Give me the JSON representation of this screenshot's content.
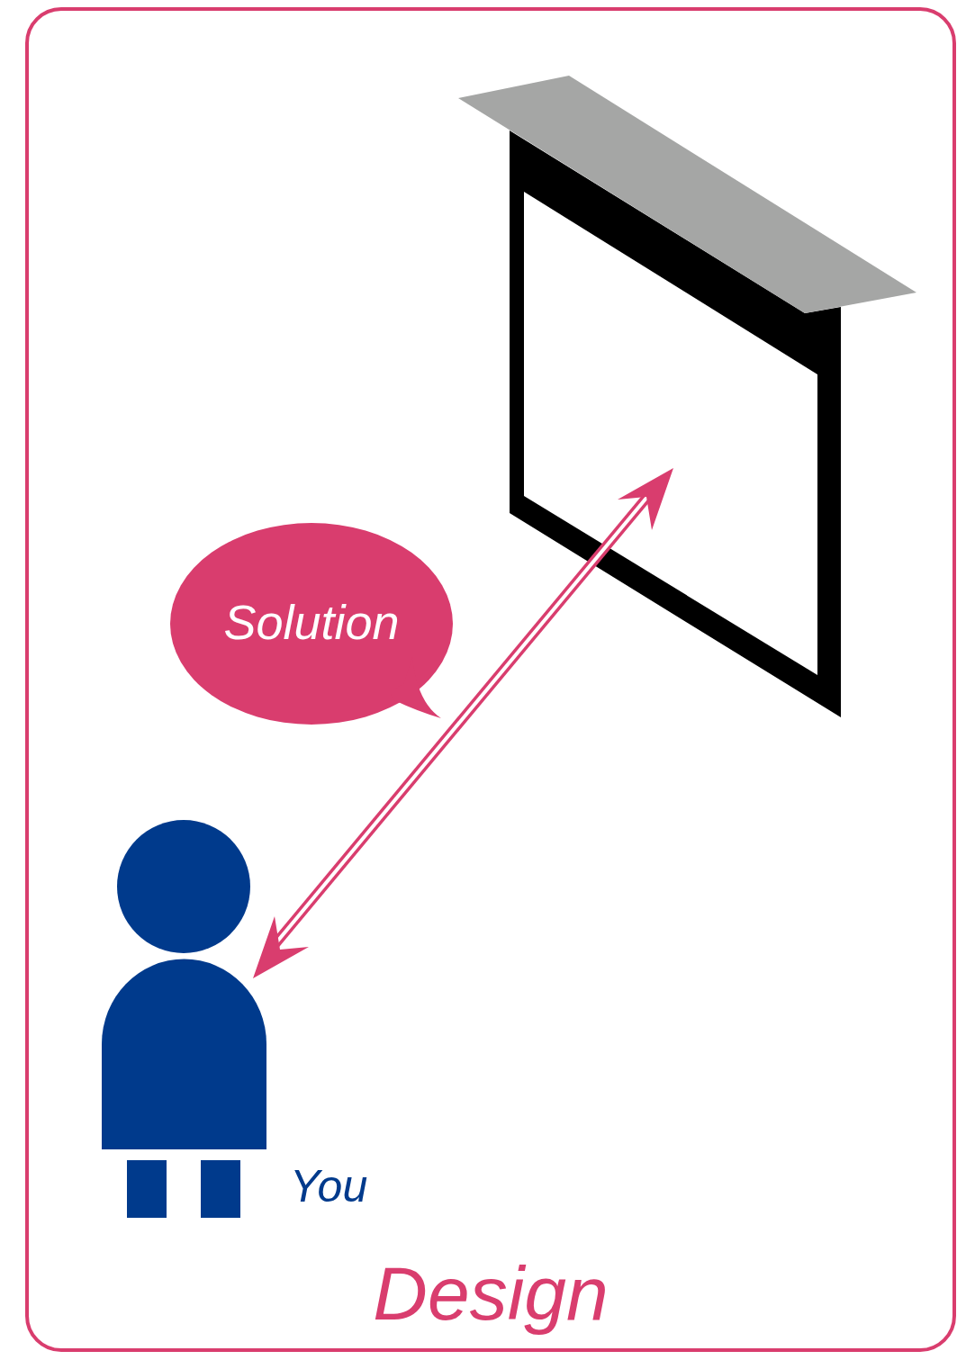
{
  "diagram": {
    "nodes": [
      {
        "text": [
          "Design"
        ]
      },
      {
        "text": [
          "Solution"
        ],
        "in": 0
      },
      {
        "text": [
          "You"
        ],
        "in": 0
      }
    ]
  }
}
